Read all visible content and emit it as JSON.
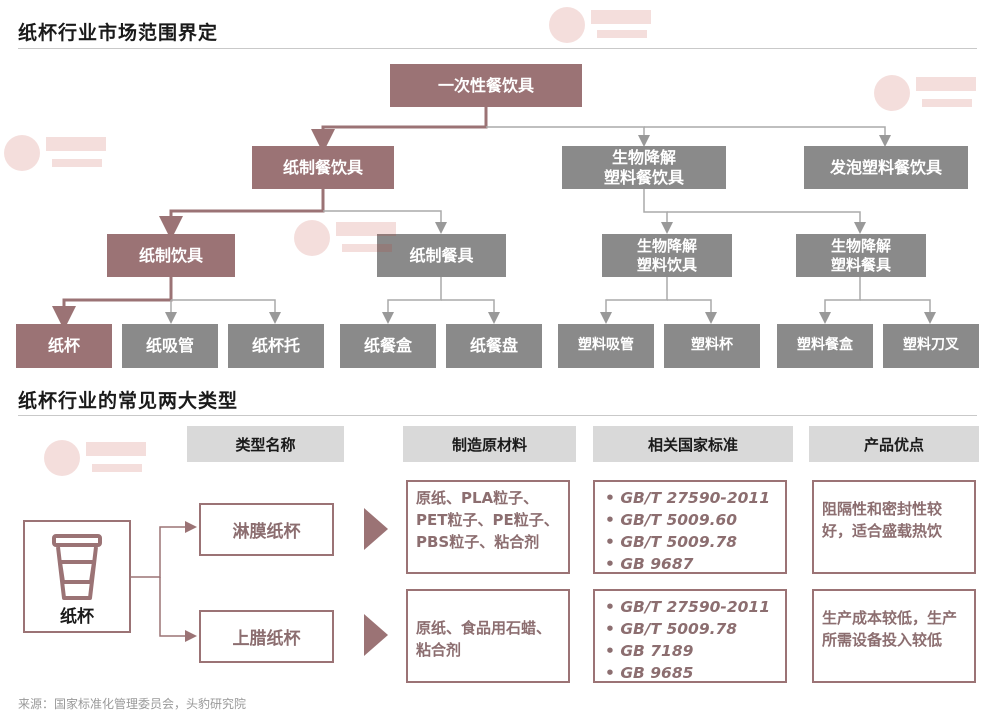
{
  "section1": {
    "title": "纸杯行业市场范围界定",
    "root": "一次性餐饮具",
    "level2": {
      "paper_tableware": "纸制餐饮具",
      "bio_tableware": "生物降解\n塑料餐饮具",
      "foam_tableware": "发泡塑料餐饮具"
    },
    "level3": {
      "paper_drinkware": "纸制饮具",
      "paper_dishware": "纸制餐具",
      "bio_drinkware": "生物降解\n塑料饮具",
      "bio_dishware": "生物降解\n塑料餐具"
    },
    "leaves": [
      "纸杯",
      "纸吸管",
      "纸杯托",
      "纸餐盒",
      "纸餐盘",
      "塑料吸管",
      "塑料杯",
      "塑料餐盒",
      "塑料刀叉"
    ]
  },
  "section2": {
    "title": "纸杯行业的常见两大类型",
    "headers": [
      "类型名称",
      "制造原材料",
      "相关国家标准",
      "产品优点"
    ],
    "product_label": "纸杯",
    "product_icon": "paper-cup-icon",
    "rows": [
      {
        "name": "淋膜纸杯",
        "materials": "原纸、PLA粒子、PET粒子、PE粒子、PBS粒子、粘合剂",
        "standards": [
          "GB/T 27590-2011",
          "GB/T 5009.60",
          "GB/T 5009.78",
          "GB 9687"
        ],
        "advantages": "阻隔性和密封性较好，适合盛载热饮"
      },
      {
        "name": "上腊纸杯",
        "materials": "原纸、食品用石蜡、粘合剂",
        "standards": [
          "GB/T 27590-2011",
          "GB/T 5009.78",
          "GB 7189",
          "GB 9685"
        ],
        "advantages": "生产成本较低，生产所需设备投入较低"
      }
    ]
  },
  "source": "来源：国家标准化管理委员会，头豹研究院",
  "colors": {
    "accent": "#9b7375",
    "gray": "#8a8a8a",
    "header": "#d9d9d9",
    "text_accent": "#8c6e70"
  }
}
